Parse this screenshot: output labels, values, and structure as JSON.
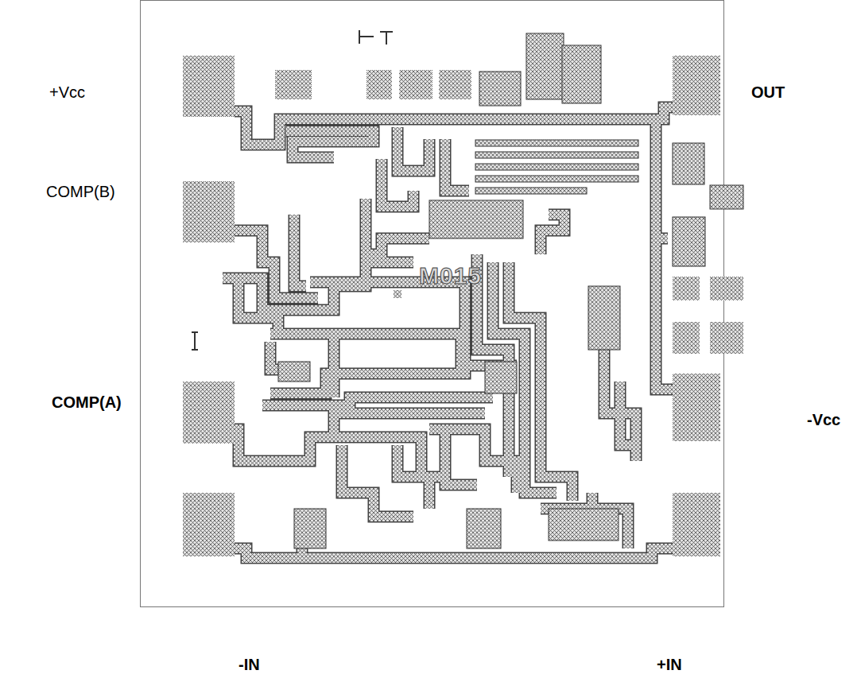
{
  "diagram": {
    "labels": [
      "+Vcc",
      "OUT",
      "COMP(B)",
      "COMP(A)",
      "-Vcc",
      "-IN",
      "+IN",
      "M015"
    ]
  }
}
